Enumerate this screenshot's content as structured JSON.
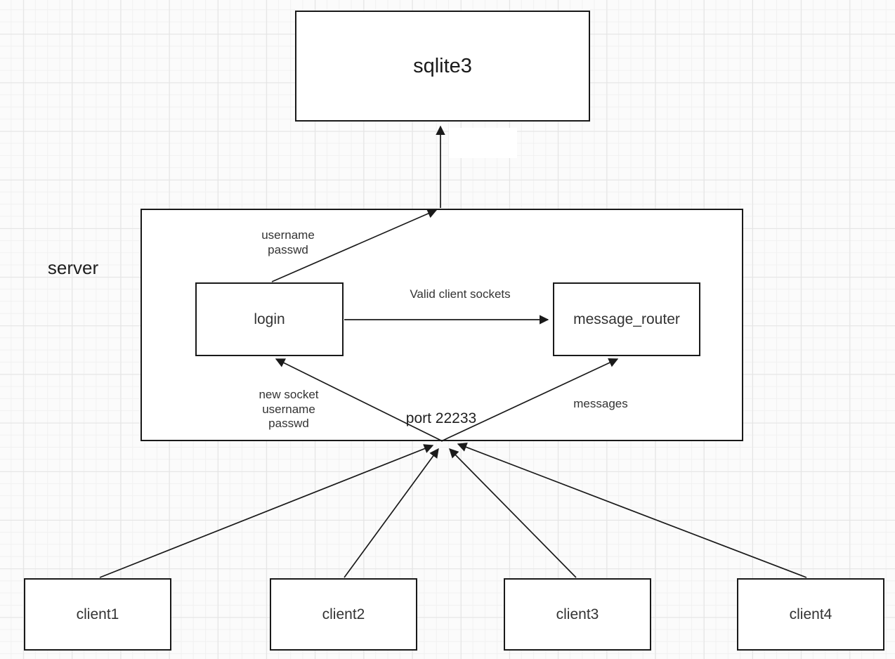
{
  "diagram": {
    "title": "client-server chat architecture",
    "colors": {
      "line": "#1a1a1a",
      "box_fill": "#ffffff",
      "box_border": "#191919",
      "text": "#333333",
      "grid_minor": "#f1f1f1",
      "grid_major": "#e4e4e4",
      "background": "#fbfbfb"
    },
    "nodes": {
      "sqlite3": {
        "label": "sqlite3"
      },
      "server": {
        "label": "server"
      },
      "login": {
        "label": "login"
      },
      "message_router": {
        "label": "message_router"
      },
      "client1": {
        "label": "client1"
      },
      "client2": {
        "label": "client2"
      },
      "client3": {
        "label": "client3"
      },
      "client4": {
        "label": "client4"
      }
    },
    "edge_labels": {
      "login_to_db": {
        "line1": "username",
        "line2": "passwd"
      },
      "login_to_router": {
        "text": "Valid client sockets"
      },
      "clients_to_login": {
        "line1": "new socket",
        "line2": "username",
        "line3": "passwd"
      },
      "port": {
        "text": "port 22233"
      },
      "clients_to_router": {
        "text": "messages"
      }
    },
    "edges": [
      {
        "name": "login-to-server-top",
        "from": "login",
        "to": "server top edge"
      },
      {
        "name": "server-top-to-sqlite3",
        "from": "server top edge",
        "to": "sqlite3"
      },
      {
        "name": "login-to-message-router",
        "from": "login",
        "to": "message_router"
      },
      {
        "name": "port-to-login",
        "from": "port 22233",
        "to": "login"
      },
      {
        "name": "port-to-message-router",
        "from": "port 22233",
        "to": "message_router"
      },
      {
        "name": "client1-to-port",
        "from": "client1",
        "to": "port 22233"
      },
      {
        "name": "client2-to-port",
        "from": "client2",
        "to": "port 22233"
      },
      {
        "name": "client3-to-port",
        "from": "client3",
        "to": "port 22233"
      },
      {
        "name": "client4-to-port",
        "from": "client4",
        "to": "port 22233"
      }
    ]
  }
}
